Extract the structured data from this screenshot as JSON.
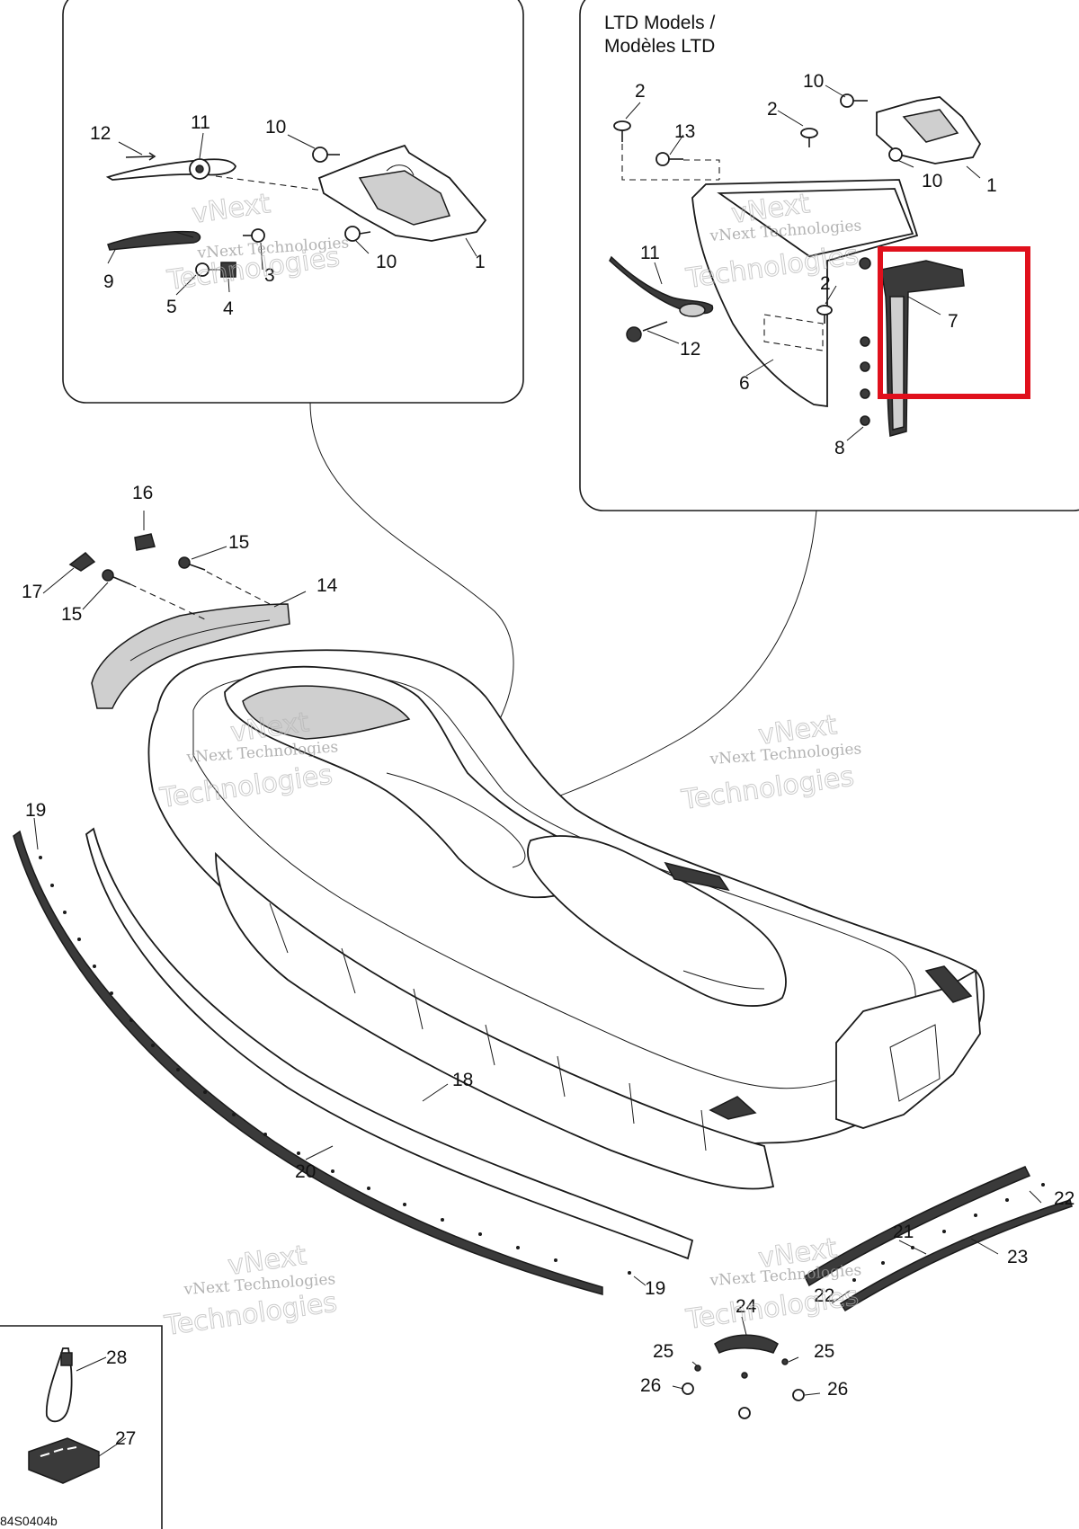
{
  "diagram": {
    "panel_ltd_title_line1": "LTD Models /",
    "panel_ltd_title_line2": "Modèles LTD",
    "drawing_code": "84S0404b",
    "highlight_color": "#e0101c",
    "watermark_line1": "vNext Technologies",
    "watermark_line2": "Technologies",
    "watermark_top": "vNext",
    "left_panel_callouts": [
      "12",
      "11",
      "10",
      "9",
      "3",
      "10",
      "1",
      "5",
      "4"
    ],
    "ltd_panel_callouts": [
      "2",
      "10",
      "2",
      "13",
      "10",
      "1",
      "11",
      "2",
      "7",
      "12",
      "6",
      "8"
    ],
    "main_callouts": [
      "16",
      "15",
      "17",
      "15",
      "14",
      "19",
      "18",
      "20",
      "19",
      "21",
      "22",
      "23",
      "22",
      "24",
      "25",
      "25",
      "26",
      "26"
    ],
    "inset_callouts": [
      "28",
      "27"
    ]
  }
}
